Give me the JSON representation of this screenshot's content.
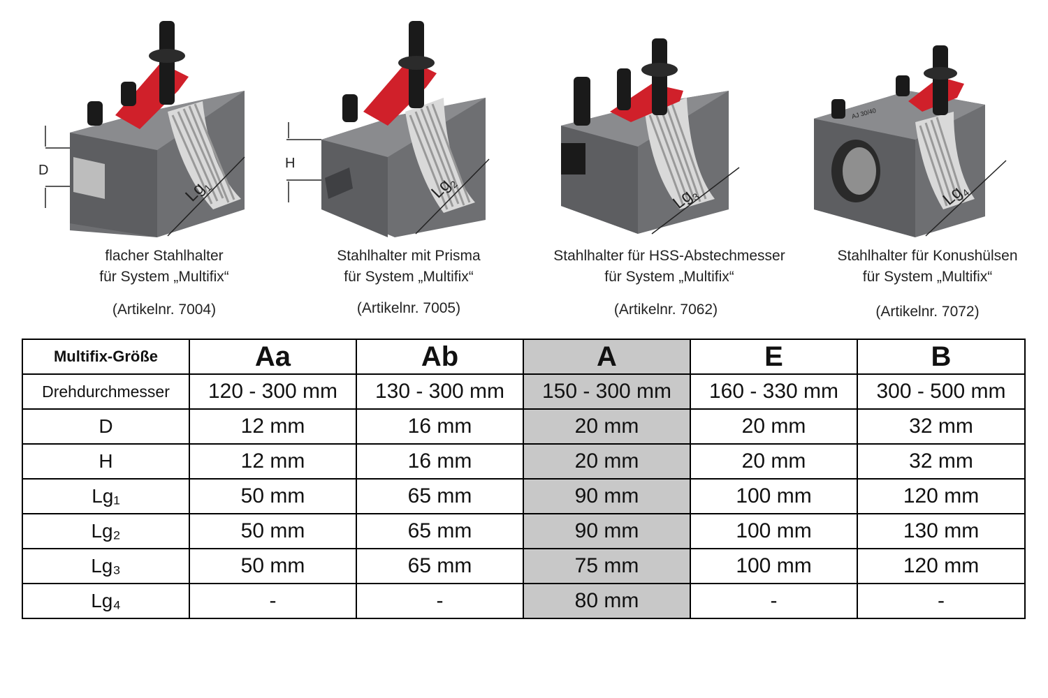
{
  "products": [
    {
      "caption_line1": "flacher Stahlhalter",
      "caption_line2": "für System „Multifix“",
      "article": "(Artikelnr. 7004)",
      "dim_label": "D",
      "length_label": "Lg",
      "length_sub": "1"
    },
    {
      "caption_line1": "Stahlhalter mit Prisma",
      "caption_line2": "für System „Multifix“",
      "article": "(Artikelnr. 7005)",
      "dim_label": "H",
      "length_label": "Lg",
      "length_sub": "2"
    },
    {
      "caption_line1": "Stahlhalter für HSS-Abstechmesser",
      "caption_line2": "für System „Multifix“",
      "article": "(Artikelnr. 7062)",
      "length_label": "Lg",
      "length_sub": "3"
    },
    {
      "caption_line1": "Stahlhalter für Konushülsen",
      "caption_line2": "für System „Multifix“",
      "article": "(Artikelnr. 7072)",
      "length_label": "Lg",
      "length_sub": "4",
      "engraving": "AJ 30/40"
    }
  ],
  "table": {
    "header_label": "Multifix-Größe",
    "sizes": [
      "Aa",
      "Ab",
      "A",
      "E",
      "B"
    ],
    "rows": [
      {
        "label": "Drehdurchmesser",
        "values": [
          "120 - 300 mm",
          "130 - 300 mm",
          "150 - 300 mm",
          "160 - 330 mm",
          "300 - 500 mm"
        ]
      },
      {
        "label": "D",
        "values": [
          "12 mm",
          "16 mm",
          "20 mm",
          "20 mm",
          "32 mm"
        ]
      },
      {
        "label": "H",
        "values": [
          "12 mm",
          "16 mm",
          "20 mm",
          "20 mm",
          "32 mm"
        ]
      },
      {
        "label": "Lg₁",
        "values": [
          "50 mm",
          "65 mm",
          "90 mm",
          "100 mm",
          "120 mm"
        ]
      },
      {
        "label": "Lg₂",
        "values": [
          "50 mm",
          "65 mm",
          "90 mm",
          "100 mm",
          "130 mm"
        ]
      },
      {
        "label": "Lg₃",
        "values": [
          "50 mm",
          "65 mm",
          "75 mm",
          "100 mm",
          "120 mm"
        ]
      },
      {
        "label": "Lg₄",
        "values": [
          "-",
          "-",
          "80 mm",
          "-",
          "-"
        ]
      }
    ]
  },
  "colors": {
    "steel_body": "#6e6f72",
    "steel_top": "#8a8b8e",
    "red_clamp": "#d0202a",
    "black_bolt": "#1a1a1a",
    "highlight_column": "#c8c8c8"
  }
}
